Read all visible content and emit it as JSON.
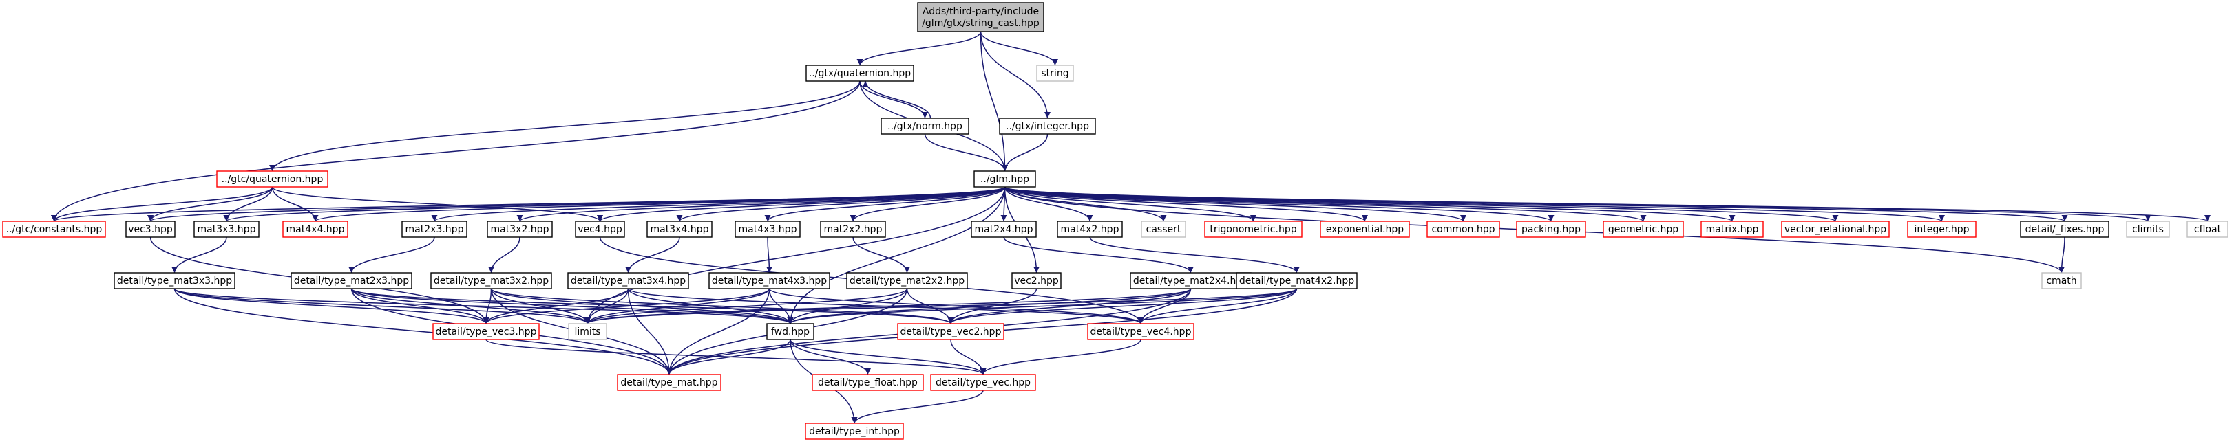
{
  "diagram": {
    "type": "include-dependency-graph",
    "colors": {
      "edge": "#191970",
      "root_fill": "#bfbfbf",
      "root_stroke": "#000000",
      "documented_stroke": "#000000",
      "undocumented_stroke": "#ff0000",
      "system_stroke": "#bfbfbf",
      "node_fill": "#ffffff"
    },
    "nodes": [
      {
        "id": "root",
        "lines": [
          "Adds/third-party/include",
          "/glm/gtx/string_cast.hpp"
        ],
        "style": "root"
      },
      {
        "id": "quaternion",
        "lines": [
          "../gtx/quaternion.hpp"
        ],
        "style": "documented"
      },
      {
        "id": "string",
        "lines": [
          "string"
        ],
        "style": "system"
      },
      {
        "id": "norm",
        "lines": [
          "../gtx/norm.hpp"
        ],
        "style": "documented"
      },
      {
        "id": "integer_gtx",
        "lines": [
          "../gtx/integer.hpp"
        ],
        "style": "documented"
      },
      {
        "id": "gtc_quaternion",
        "lines": [
          "../gtc/quaternion.hpp"
        ],
        "style": "undocumented"
      },
      {
        "id": "glm",
        "lines": [
          "../glm.hpp"
        ],
        "style": "documented"
      },
      {
        "id": "constants",
        "lines": [
          "../gtc/constants.hpp"
        ],
        "style": "undocumented"
      },
      {
        "id": "vec3",
        "lines": [
          "vec3.hpp"
        ],
        "style": "documented"
      },
      {
        "id": "mat3x3",
        "lines": [
          "mat3x3.hpp"
        ],
        "style": "documented"
      },
      {
        "id": "mat4x4",
        "lines": [
          "mat4x4.hpp"
        ],
        "style": "undocumented"
      },
      {
        "id": "mat2x3",
        "lines": [
          "mat2x3.hpp"
        ],
        "style": "documented"
      },
      {
        "id": "mat3x2",
        "lines": [
          "mat3x2.hpp"
        ],
        "style": "documented"
      },
      {
        "id": "vec4",
        "lines": [
          "vec4.hpp"
        ],
        "style": "documented"
      },
      {
        "id": "mat3x4",
        "lines": [
          "mat3x4.hpp"
        ],
        "style": "documented"
      },
      {
        "id": "mat4x3",
        "lines": [
          "mat4x3.hpp"
        ],
        "style": "documented"
      },
      {
        "id": "mat2x2",
        "lines": [
          "mat2x2.hpp"
        ],
        "style": "documented"
      },
      {
        "id": "mat2x4",
        "lines": [
          "mat2x4.hpp"
        ],
        "style": "documented"
      },
      {
        "id": "mat4x2",
        "lines": [
          "mat4x2.hpp"
        ],
        "style": "documented"
      },
      {
        "id": "cassert",
        "lines": [
          "cassert"
        ],
        "style": "system"
      },
      {
        "id": "trigonometric",
        "lines": [
          "trigonometric.hpp"
        ],
        "style": "undocumented"
      },
      {
        "id": "exponential",
        "lines": [
          "exponential.hpp"
        ],
        "style": "undocumented"
      },
      {
        "id": "common",
        "lines": [
          "common.hpp"
        ],
        "style": "undocumented"
      },
      {
        "id": "packing",
        "lines": [
          "packing.hpp"
        ],
        "style": "undocumented"
      },
      {
        "id": "geometric",
        "lines": [
          "geometric.hpp"
        ],
        "style": "undocumented"
      },
      {
        "id": "matrix",
        "lines": [
          "matrix.hpp"
        ],
        "style": "undocumented"
      },
      {
        "id": "vector_relational",
        "lines": [
          "vector_relational.hpp"
        ],
        "style": "undocumented"
      },
      {
        "id": "integer",
        "lines": [
          "integer.hpp"
        ],
        "style": "undocumented"
      },
      {
        "id": "fixes",
        "lines": [
          "detail/_fixes.hpp"
        ],
        "style": "documented"
      },
      {
        "id": "climits",
        "lines": [
          "climits"
        ],
        "style": "system"
      },
      {
        "id": "cfloat",
        "lines": [
          "cfloat"
        ],
        "style": "system"
      },
      {
        "id": "vec2",
        "lines": [
          "vec2.hpp"
        ],
        "style": "documented"
      },
      {
        "id": "cmath",
        "lines": [
          "cmath"
        ],
        "style": "system"
      },
      {
        "id": "tm3x3",
        "lines": [
          "detail/type_mat3x3.hpp"
        ],
        "style": "documented"
      },
      {
        "id": "tm2x3",
        "lines": [
          "detail/type_mat2x3.hpp"
        ],
        "style": "documented"
      },
      {
        "id": "tm3x2",
        "lines": [
          "detail/type_mat3x2.hpp"
        ],
        "style": "documented"
      },
      {
        "id": "tm3x4",
        "lines": [
          "detail/type_mat3x4.hpp"
        ],
        "style": "documented"
      },
      {
        "id": "tm4x3",
        "lines": [
          "detail/type_mat4x3.hpp"
        ],
        "style": "documented"
      },
      {
        "id": "tm2x2",
        "lines": [
          "detail/type_mat2x2.hpp"
        ],
        "style": "documented"
      },
      {
        "id": "tm2x4",
        "lines": [
          "detail/type_mat2x4.hpp"
        ],
        "style": "documented"
      },
      {
        "id": "tm4x2",
        "lines": [
          "detail/type_mat4x2.hpp"
        ],
        "style": "documented"
      },
      {
        "id": "tvec3",
        "lines": [
          "detail/type_vec3.hpp"
        ],
        "style": "undocumented"
      },
      {
        "id": "limits",
        "lines": [
          "limits"
        ],
        "style": "system"
      },
      {
        "id": "fwd",
        "lines": [
          "fwd.hpp"
        ],
        "style": "documented"
      },
      {
        "id": "tvec2",
        "lines": [
          "detail/type_vec2.hpp"
        ],
        "style": "undocumented"
      },
      {
        "id": "tvec4",
        "lines": [
          "detail/type_vec4.hpp"
        ],
        "style": "undocumented"
      },
      {
        "id": "tmat",
        "lines": [
          "detail/type_mat.hpp"
        ],
        "style": "undocumented"
      },
      {
        "id": "tfloat",
        "lines": [
          "detail/type_float.hpp"
        ],
        "style": "undocumented"
      },
      {
        "id": "tvec",
        "lines": [
          "detail/type_vec.hpp"
        ],
        "style": "undocumented"
      },
      {
        "id": "tint",
        "lines": [
          "detail/type_int.hpp"
        ],
        "style": "undocumented"
      }
    ],
    "edges": [
      [
        "root",
        "quaternion"
      ],
      [
        "root",
        "string"
      ],
      [
        "root",
        "glm"
      ],
      [
        "root",
        "integer_gtx"
      ],
      [
        "quaternion",
        "constants"
      ],
      [
        "quaternion",
        "gtc_quaternion"
      ],
      [
        "quaternion",
        "norm"
      ],
      [
        "quaternion",
        "glm"
      ],
      [
        "norm",
        "quaternion"
      ],
      [
        "norm",
        "glm"
      ],
      [
        "integer_gtx",
        "glm"
      ],
      [
        "gtc_quaternion",
        "constants"
      ],
      [
        "gtc_quaternion",
        "vec3"
      ],
      [
        "gtc_quaternion",
        "mat3x3"
      ],
      [
        "gtc_quaternion",
        "mat4x4"
      ],
      [
        "gtc_quaternion",
        "vec4"
      ],
      [
        "glm",
        "constants"
      ],
      [
        "glm",
        "vec3"
      ],
      [
        "glm",
        "mat3x3"
      ],
      [
        "glm",
        "mat4x4"
      ],
      [
        "glm",
        "mat2x3"
      ],
      [
        "glm",
        "mat3x2"
      ],
      [
        "glm",
        "vec4"
      ],
      [
        "glm",
        "mat3x4"
      ],
      [
        "glm",
        "mat4x3"
      ],
      [
        "glm",
        "mat2x2"
      ],
      [
        "glm",
        "mat2x4"
      ],
      [
        "glm",
        "mat4x2"
      ],
      [
        "glm",
        "cassert"
      ],
      [
        "glm",
        "trigonometric"
      ],
      [
        "glm",
        "exponential"
      ],
      [
        "glm",
        "common"
      ],
      [
        "glm",
        "packing"
      ],
      [
        "glm",
        "geometric"
      ],
      [
        "glm",
        "matrix"
      ],
      [
        "glm",
        "vector_relational"
      ],
      [
        "glm",
        "integer"
      ],
      [
        "glm",
        "fixes"
      ],
      [
        "glm",
        "climits"
      ],
      [
        "glm",
        "cfloat"
      ],
      [
        "glm",
        "vec2"
      ],
      [
        "glm",
        "cmath"
      ],
      [
        "glm",
        "limits"
      ],
      [
        "glm",
        "fwd"
      ],
      [
        "fixes",
        "cmath"
      ],
      [
        "vec3",
        "tvec3"
      ],
      [
        "vec4",
        "tvec4"
      ],
      [
        "vec2",
        "tvec2"
      ],
      [
        "mat3x3",
        "tm3x3"
      ],
      [
        "mat2x3",
        "tm2x3"
      ],
      [
        "mat3x2",
        "tm3x2"
      ],
      [
        "mat3x4",
        "tm3x4"
      ],
      [
        "mat4x3",
        "tm4x3"
      ],
      [
        "mat2x2",
        "tm2x2"
      ],
      [
        "mat2x4",
        "tm2x4"
      ],
      [
        "mat4x2",
        "tm4x2"
      ],
      [
        "tm3x3",
        "tvec3"
      ],
      [
        "tm3x3",
        "limits"
      ],
      [
        "tm3x3",
        "fwd"
      ],
      [
        "tm3x3",
        "tmat"
      ],
      [
        "tm2x3",
        "tvec2"
      ],
      [
        "tm2x3",
        "tvec3"
      ],
      [
        "tm2x3",
        "limits"
      ],
      [
        "tm2x3",
        "fwd"
      ],
      [
        "tm2x3",
        "tmat"
      ],
      [
        "tm3x2",
        "tvec2"
      ],
      [
        "tm3x2",
        "tvec3"
      ],
      [
        "tm3x2",
        "limits"
      ],
      [
        "tm3x2",
        "fwd"
      ],
      [
        "tm3x2",
        "tmat"
      ],
      [
        "tm3x4",
        "tvec3"
      ],
      [
        "tm3x4",
        "tvec4"
      ],
      [
        "tm3x4",
        "limits"
      ],
      [
        "tm3x4",
        "fwd"
      ],
      [
        "tm3x4",
        "tmat"
      ],
      [
        "tm4x3",
        "tvec3"
      ],
      [
        "tm4x3",
        "tvec4"
      ],
      [
        "tm4x3",
        "limits"
      ],
      [
        "tm4x3",
        "fwd"
      ],
      [
        "tm4x3",
        "tmat"
      ],
      [
        "tm2x2",
        "tvec2"
      ],
      [
        "tm2x2",
        "limits"
      ],
      [
        "tm2x2",
        "fwd"
      ],
      [
        "tm2x2",
        "tmat"
      ],
      [
        "tm2x4",
        "tvec2"
      ],
      [
        "tm2x4",
        "tvec4"
      ],
      [
        "tm2x4",
        "limits"
      ],
      [
        "tm2x4",
        "fwd"
      ],
      [
        "tm2x4",
        "tmat"
      ],
      [
        "tm4x2",
        "tvec2"
      ],
      [
        "tm4x2",
        "tvec4"
      ],
      [
        "tm4x2",
        "limits"
      ],
      [
        "tm4x2",
        "fwd"
      ],
      [
        "tm4x2",
        "tmat"
      ],
      [
        "tvec3",
        "tvec"
      ],
      [
        "tvec2",
        "tvec"
      ],
      [
        "tvec4",
        "tvec"
      ],
      [
        "fwd",
        "tint"
      ],
      [
        "fwd",
        "tfloat"
      ],
      [
        "fwd",
        "tvec"
      ],
      [
        "fwd",
        "tmat"
      ],
      [
        "tvec",
        "tint"
      ]
    ]
  }
}
